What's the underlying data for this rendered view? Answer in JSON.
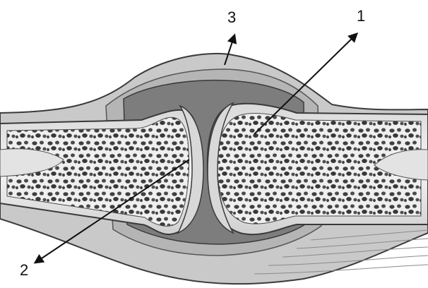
{
  "labels": {
    "callout_1": "1",
    "callout_2": "2",
    "callout_3": "3"
  },
  "colors": {
    "capsule": "#c9c9c9",
    "cavity": "#7d7d7d",
    "cortex": "#ececec",
    "marrow_dark": "#4a4a4a",
    "marrow_light": "#e6e6e6",
    "cartilage": "#d8d8d8",
    "outline": "#3a3a3a",
    "arrow": "#111111"
  },
  "icons": [
    "arrow-icon"
  ]
}
